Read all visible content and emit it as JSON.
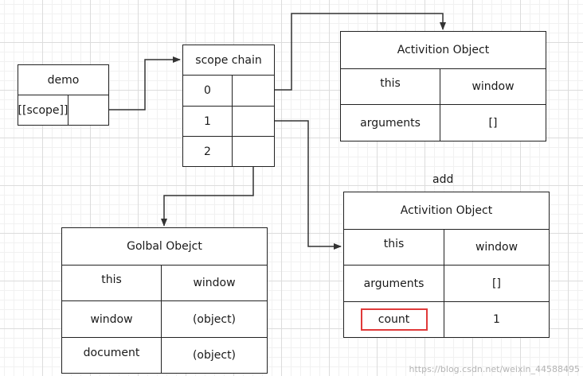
{
  "demo": {
    "title": "demo",
    "scope_label": "[[scope]]"
  },
  "scope_chain": {
    "title": "scope chain",
    "indices": [
      "0",
      "1",
      "2"
    ]
  },
  "activation_object_1": {
    "title": "Activition Object",
    "rows": [
      {
        "key": "this",
        "value": "window"
      },
      {
        "key": "arguments",
        "value": "[]"
      }
    ]
  },
  "add_label": "add",
  "activation_object_2": {
    "title": "Activition Object",
    "rows": [
      {
        "key": "this",
        "value": "window"
      },
      {
        "key": "arguments",
        "value": "[]"
      },
      {
        "key": "count",
        "value": "1"
      }
    ]
  },
  "global_object": {
    "title": "Golbal Obejct",
    "rows": [
      {
        "key": "this",
        "value": "window"
      },
      {
        "key": "window",
        "value": "(object)"
      },
      {
        "key": "document",
        "value": "(object)"
      }
    ]
  },
  "watermark": "https://blog.csdn.net/weixin_44588495",
  "colors": {
    "highlight": "#e03a3a",
    "line": "#333333"
  }
}
